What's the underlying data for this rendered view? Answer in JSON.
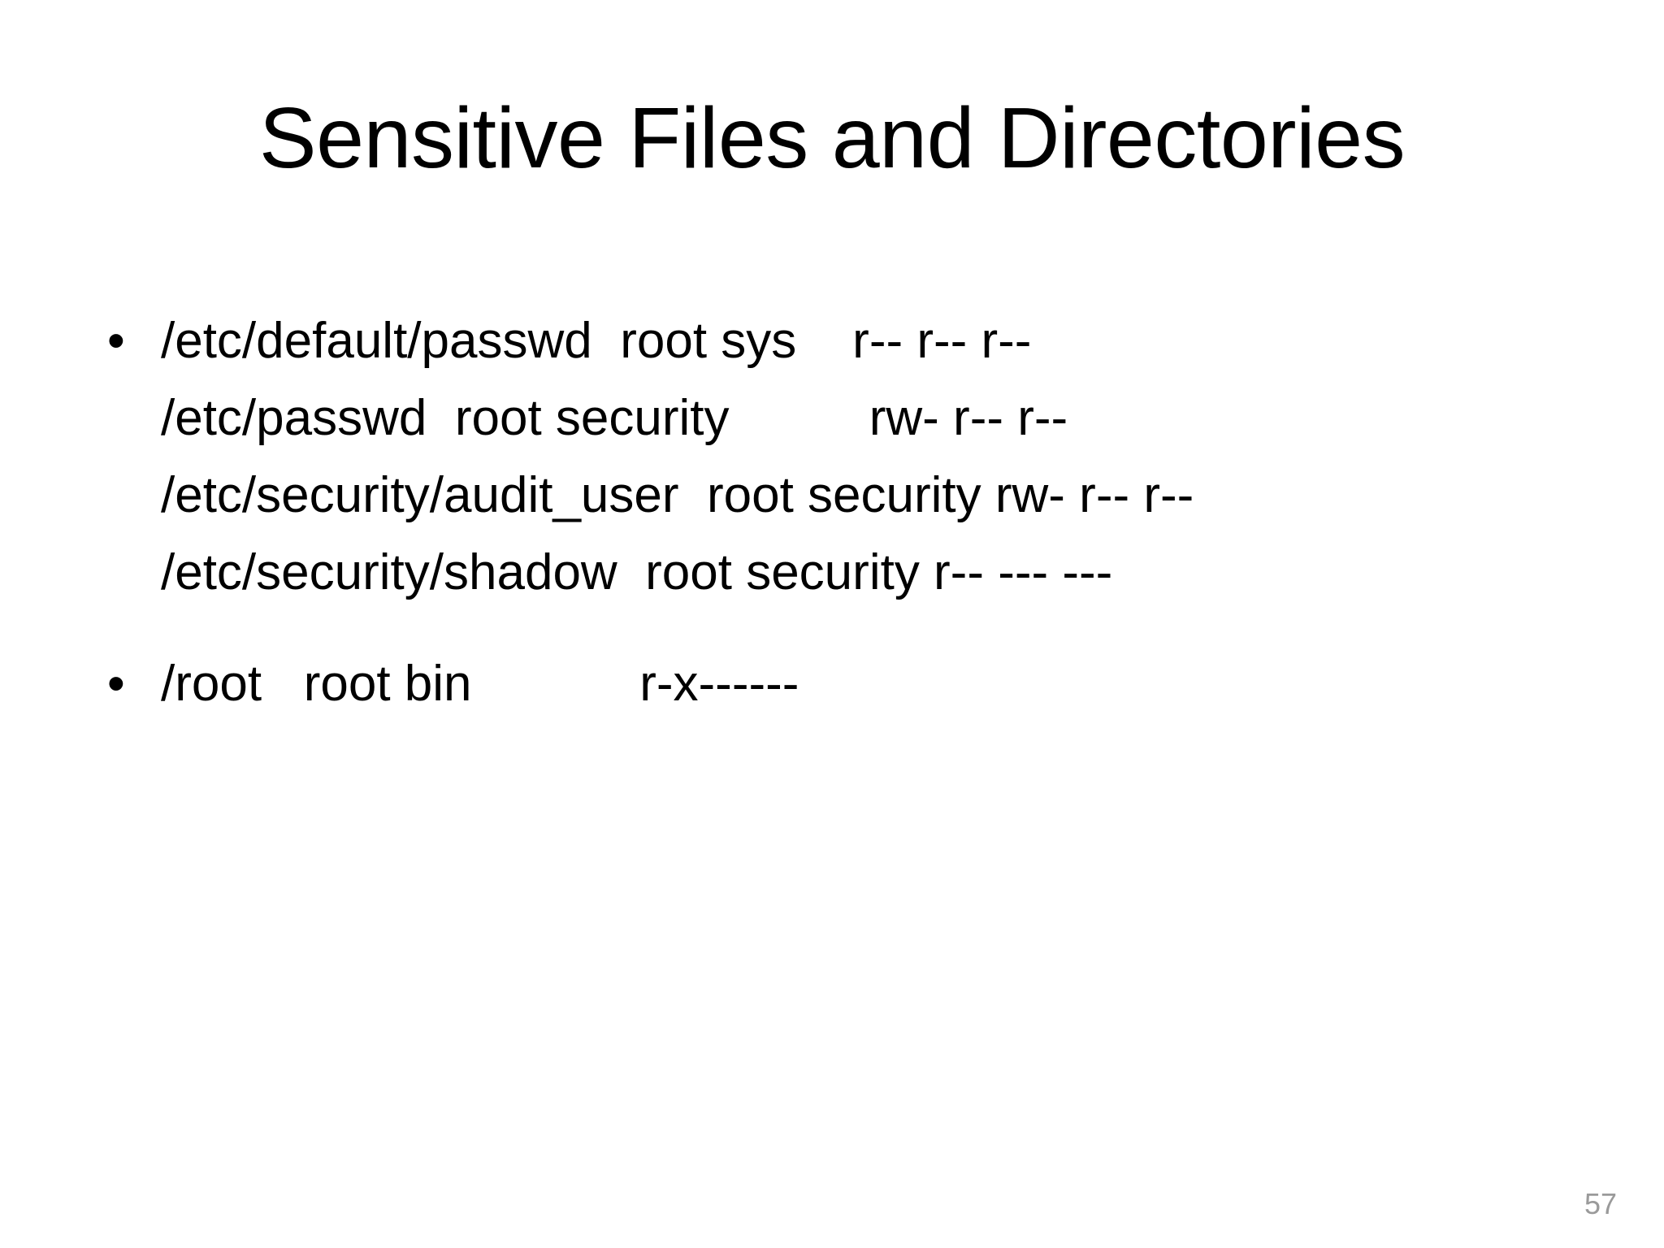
{
  "slide": {
    "title": "Sensitive Files and Directories",
    "page_number": "57",
    "background_color": "#ffffff",
    "text_color": "#000000",
    "page_number_color": "#9a9a9a",
    "bullets": [
      {
        "marker": "•",
        "lines": [
          "/etc/default/passwd  root sys    r-- r-- r--",
          "/etc/passwd  root security          rw- r-- r--",
          "/etc/security/audit_user  root security rw- r-- r--",
          "/etc/security/shadow  root security r-- --- ---"
        ]
      },
      {
        "marker": "•",
        "lines": [
          "/root   root bin            r-x------"
        ]
      }
    ]
  }
}
